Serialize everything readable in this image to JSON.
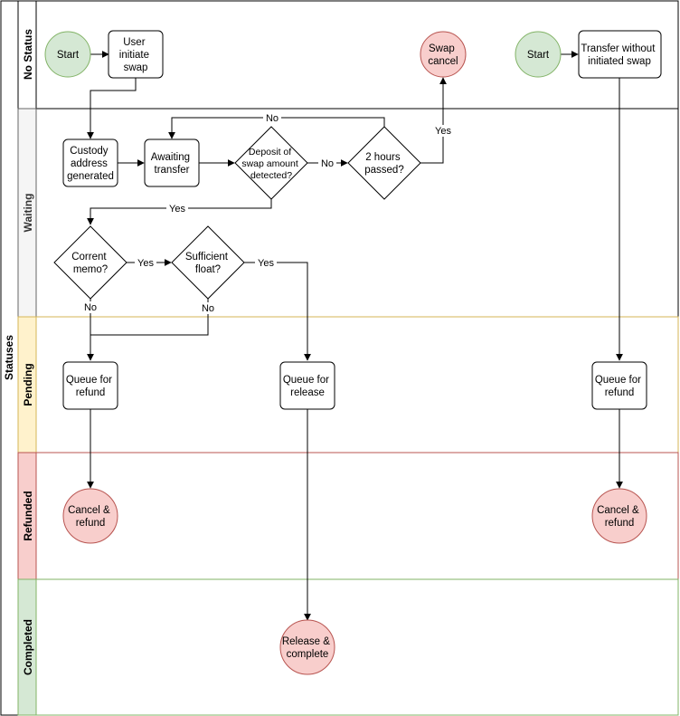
{
  "pool": {
    "title": "Statuses"
  },
  "lanes": [
    {
      "id": "no-status",
      "title": "No Status",
      "fill": "#ffffff",
      "stroke": "#000000",
      "header_fill": "#ffffff"
    },
    {
      "id": "waiting",
      "title": "Waiting",
      "fill": "#ffffff",
      "stroke": "#000000",
      "header_fill": "#f5f5f5"
    },
    {
      "id": "pending",
      "title": "Pending",
      "fill": "#ffffff",
      "stroke": "#d6b656",
      "header_fill": "#fff2cc"
    },
    {
      "id": "refunded",
      "title": "Refunded",
      "fill": "#ffffff",
      "stroke": "#b85450",
      "header_fill": "#f8cecc"
    },
    {
      "id": "completed",
      "title": "Completed",
      "fill": "#ffffff",
      "stroke": "#82b366",
      "header_fill": "#d5e8d4"
    }
  ],
  "nodes": {
    "start_a": {
      "lines": [
        "Start"
      ]
    },
    "user_initiate": {
      "lines": [
        "User",
        "initiate",
        "swap"
      ]
    },
    "swap_cancel": {
      "lines": [
        "Swap",
        "cancel"
      ]
    },
    "start_b": {
      "lines": [
        "Start"
      ]
    },
    "transfer_without": {
      "lines": [
        "Transfer without",
        "initiated swap"
      ]
    },
    "custody": {
      "lines": [
        "Custody",
        "address",
        "generated"
      ]
    },
    "awaiting": {
      "lines": [
        "Awaiting",
        "transfer"
      ]
    },
    "deposit": {
      "lines": [
        "Deposit of",
        "swap amount",
        "detected?"
      ]
    },
    "two_hours": {
      "lines": [
        "2 hours",
        "passed?"
      ]
    },
    "correct_memo": {
      "lines": [
        "Corrent",
        "memo?"
      ]
    },
    "sufficient": {
      "lines": [
        "Sufficient",
        "float?"
      ]
    },
    "queue_refund_1": {
      "lines": [
        "Queue for",
        "refund"
      ]
    },
    "queue_release": {
      "lines": [
        "Queue for",
        "release"
      ]
    },
    "queue_refund_2": {
      "lines": [
        "Queue for",
        "refund"
      ]
    },
    "cancel_refund_1": {
      "lines": [
        "Cancel &",
        "refund"
      ]
    },
    "cancel_refund_2": {
      "lines": [
        "Cancel &",
        "refund"
      ]
    },
    "release_complete": {
      "lines": [
        "Release &",
        "complete"
      ]
    }
  },
  "edges": {
    "deposit_no": "No",
    "deposit_no_timeout": "No",
    "two_hours_yes": "Yes",
    "deposit_yes": "Yes",
    "memo_yes": "Yes",
    "memo_no": "No",
    "float_yes": "Yes",
    "float_no": "No"
  },
  "colors": {
    "start_fill": "#d5e8d4",
    "start_stroke": "#82b366",
    "end_fill": "#f8cecc",
    "end_stroke": "#b85450",
    "process_fill": "#ffffff",
    "process_stroke": "#000000"
  }
}
